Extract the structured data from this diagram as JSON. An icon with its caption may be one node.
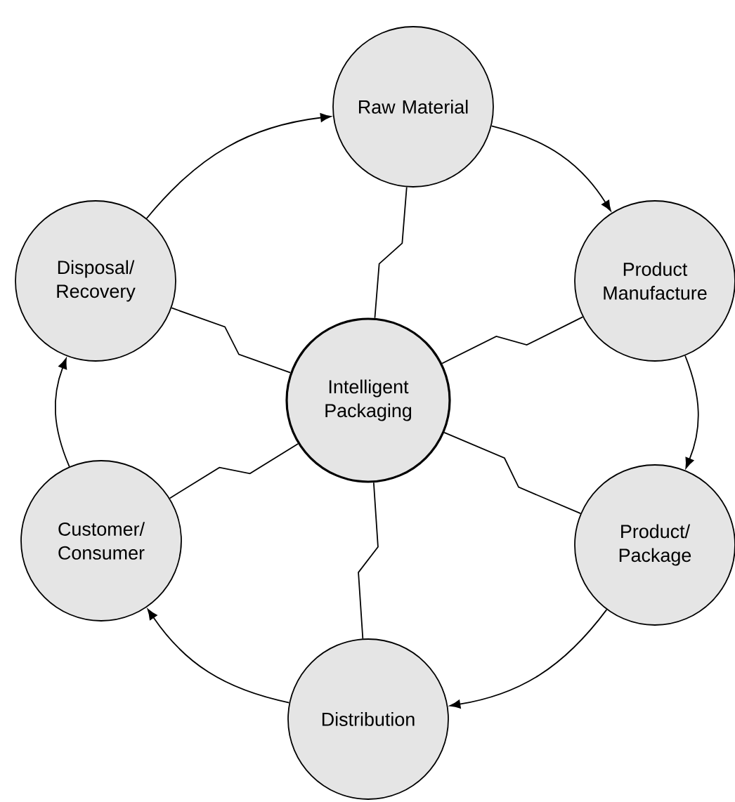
{
  "diagram": {
    "nodes": [
      {
        "text": [
          "Intelligent Packaging"
        ]
      },
      {
        "text": [
          "Raw Material"
        ]
      },
      {
        "text": [
          "Product Manufacture"
        ]
      },
      {
        "text": [
          "Product/ Package"
        ]
      },
      {
        "text": [
          "Distribution"
        ]
      },
      {
        "text": [
          "Customer/ Consumer"
        ]
      },
      {
        "text": [
          "Disposal/ Recovery"
        ]
      }
    ],
    "edges": [
      {
        "from": 1,
        "to": 2,
        "arrow": "to"
      },
      {
        "from": 2,
        "to": 3,
        "arrow": "to"
      },
      {
        "from": 3,
        "to": 4,
        "arrow": "to"
      },
      {
        "from": 4,
        "to": 5,
        "arrow": "to"
      },
      {
        "from": 5,
        "to": 6,
        "arrow": "to"
      },
      {
        "from": 6,
        "to": 1,
        "arrow": "to"
      },
      {
        "from": 0,
        "to": 1,
        "arrow": "none"
      },
      {
        "from": 0,
        "to": 2,
        "arrow": "none"
      },
      {
        "from": 0,
        "to": 3,
        "arrow": "none"
      },
      {
        "from": 0,
        "to": 4,
        "arrow": "none"
      },
      {
        "from": 0,
        "to": 5,
        "arrow": "none"
      },
      {
        "from": 0,
        "to": 6,
        "arrow": "none"
      }
    ]
  }
}
